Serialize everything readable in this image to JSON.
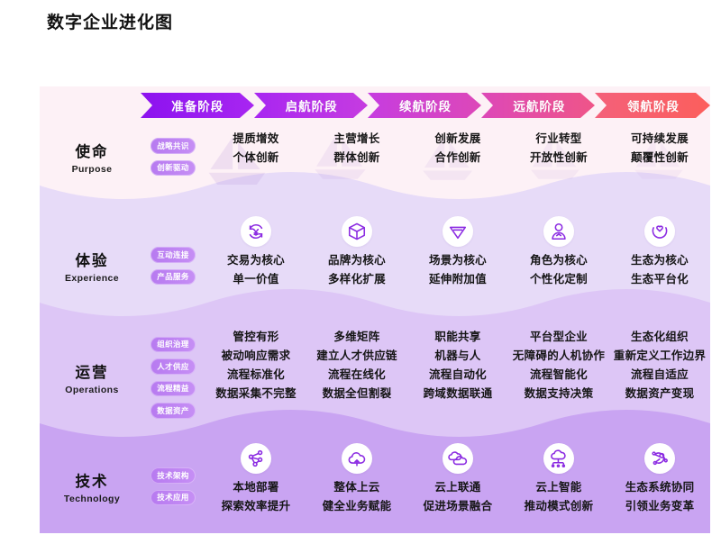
{
  "header": {
    "title": "数字企业进化图"
  },
  "stages": [
    {
      "label": "准备阶段",
      "color": "#9b1ff0"
    },
    {
      "label": "启航阶段",
      "color": "#b02ef0"
    },
    {
      "label": "续航阶段",
      "color": "#d246d6"
    },
    {
      "label": "远航阶段",
      "color": "#e4529f"
    },
    {
      "label": "领航阶段",
      "color": "#fb5e63"
    }
  ],
  "palette": {
    "band_1": "#fdf1f6",
    "band_2": "#e7dbf8",
    "band_3": "#ddc6f6",
    "band_4": "#c9a4f2",
    "tag_from": "#b77af0",
    "tag_to": "#c68ff5",
    "icon": "#8b2be2",
    "text": "#161616"
  },
  "rows": [
    {
      "cn": "使命",
      "en": "Purpose",
      "tags": [
        "战略共识",
        "创新驱动"
      ],
      "icons": [],
      "cells": [
        [
          "提质增效",
          "个体创新"
        ],
        [
          "主营增长",
          "群体创新"
        ],
        [
          "创新发展",
          "合作创新"
        ],
        [
          "行业转型",
          "开放性创新"
        ],
        [
          "可持续发展",
          "颠覆性创新"
        ]
      ]
    },
    {
      "cn": "体验",
      "en": "Experience",
      "tags": [
        "互动连接",
        "产品服务"
      ],
      "icons": [
        "yuan-refresh-icon",
        "cube-icon",
        "gem-icon",
        "person-icon",
        "heart-hands-icon"
      ],
      "cells": [
        [
          "交易为核心",
          "单一价值"
        ],
        [
          "品牌为核心",
          "多样化扩展"
        ],
        [
          "场景为核心",
          "延伸附加值"
        ],
        [
          "角色为核心",
          "个性化定制"
        ],
        [
          "生态为核心",
          "生态平台化"
        ]
      ]
    },
    {
      "cn": "运营",
      "en": "Operations",
      "tags": [
        "组织治理",
        "人才供应",
        "流程精益",
        "数据资产"
      ],
      "icons": [],
      "cells": [
        [
          "管控有形",
          "被动响应需求",
          "流程标准化",
          "数据采集不完整"
        ],
        [
          "多维矩阵",
          "建立人才供应链",
          "流程在线化",
          "数据全但割裂"
        ],
        [
          "职能共享",
          "机器与人",
          "流程自动化",
          "跨域数据联通"
        ],
        [
          "平台型企业",
          "无障碍的人机协作",
          "流程智能化",
          "数据支持决策"
        ],
        [
          "生态化组织",
          "重新定义工作边界",
          "流程自适应",
          "数据资产变现"
        ]
      ]
    },
    {
      "cn": "技术",
      "en": "Technology",
      "tags": [
        "技术架构",
        "技术应用"
      ],
      "icons": [
        "network-nodes-icon",
        "cloud-upload-icon",
        "double-cloud-icon",
        "cloud-intelligence-icon",
        "ecosystem-sync-icon"
      ],
      "cells": [
        [
          "本地部署",
          "探索效率提升"
        ],
        [
          "整体上云",
          "健全业务赋能"
        ],
        [
          "云上联通",
          "促进场景融合"
        ],
        [
          "云上智能",
          "推动模式创新"
        ],
        [
          "生态系统协同",
          "引领业务变革"
        ]
      ]
    }
  ]
}
